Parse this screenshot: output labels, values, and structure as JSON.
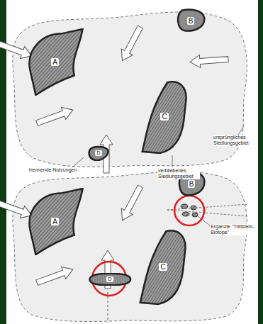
{
  "diagram": {
    "nodes": [
      {
        "text": [
          "A"
        ]
      },
      {
        "text": [
          "B"
        ]
      },
      {
        "text": [
          "C"
        ]
      },
      {
        "text": [
          "D"
        ]
      },
      {
        "text": [
          "A"
        ]
      },
      {
        "text": [
          "B"
        ]
      },
      {
        "text": [
          "C"
        ]
      },
      {
        "text": [
          "D"
        ]
      }
    ],
    "labels": [
      "ursprüngliches Siedlungsgebiet",
      "trennende Nutzungen",
      "verbliebenes Siedlungsgebiet",
      "Ergänzte \"Trittstein-Biotope\""
    ]
  }
}
